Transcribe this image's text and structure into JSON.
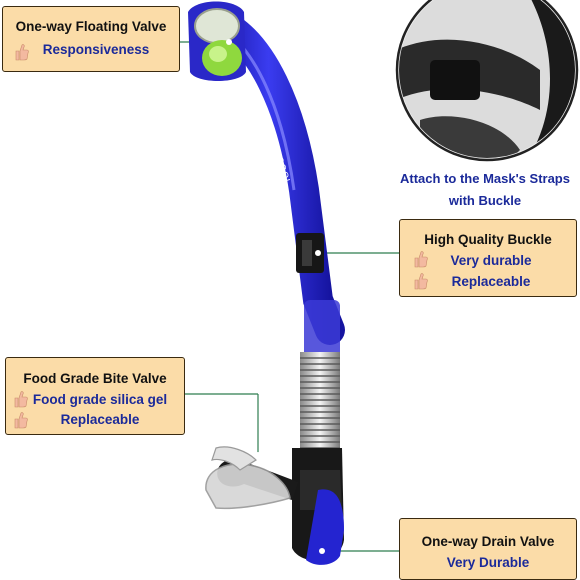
{
  "callouts": {
    "valve": {
      "title": "One-way Floating Valve",
      "lines": [
        "Responsiveness"
      ]
    },
    "buckle": {
      "title": "High Quality Buckle",
      "lines": [
        "Very durable",
        "Replaceable"
      ]
    },
    "bite": {
      "title": "Food Grade Bite Valve",
      "lines": [
        "Food grade silica gel",
        "Replaceable"
      ]
    },
    "drain": {
      "title": "One-way Drain Valve",
      "lines": [
        "Very Durable"
      ]
    }
  },
  "inset_caption": [
    "Attach to the Mask's Straps",
    "with Buckle"
  ],
  "tube_brand": "WACOOL",
  "icons": [
    "thumbs-up-icon"
  ],
  "colors": {
    "callout_bg": "#fbdca8",
    "accent_text": "#1b2a9a",
    "tube": "#2323d8",
    "leader_line": "#2e7d4f"
  }
}
